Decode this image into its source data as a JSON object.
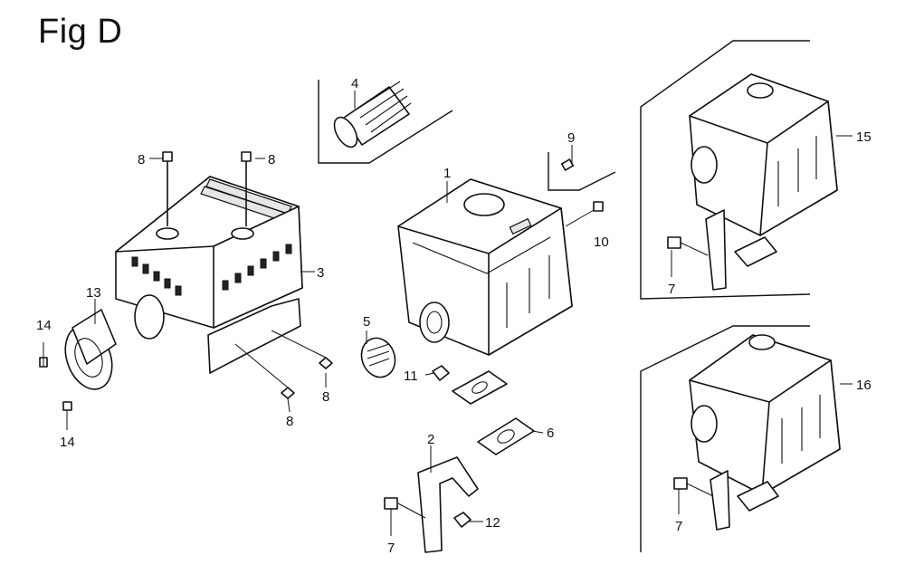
{
  "figure": {
    "title": "Fig D"
  },
  "callouts": {
    "c1": "1",
    "c2": "2",
    "c3": "3",
    "c4": "4",
    "c5": "5",
    "c6": "6",
    "c7a": "7",
    "c7b": "7",
    "c7c": "7",
    "c8a": "8",
    "c8b": "8",
    "c8c": "8",
    "c8d": "8",
    "c9": "9",
    "c10": "10",
    "c11": "11",
    "c12": "12",
    "c13": "13",
    "c14a": "14",
    "c14b": "14",
    "c15": "15",
    "c16": "16"
  }
}
